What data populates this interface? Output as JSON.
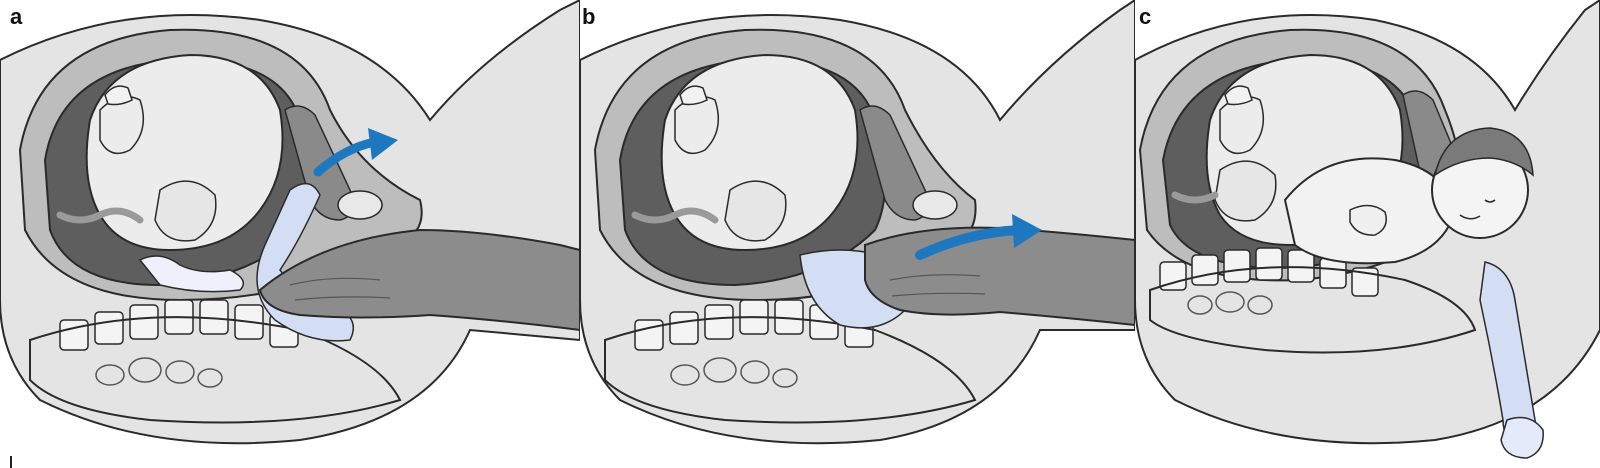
{
  "panels": [
    {
      "label": "a"
    },
    {
      "label": "b"
    },
    {
      "label": "c"
    }
  ],
  "colors": {
    "body_gray": "#d9d9d9",
    "dark_gray": "#6a6a6a",
    "mid_gray": "#a8a8a8",
    "fetus_fill": "#ececec",
    "highlight_limb": "#d3def5",
    "hand_gray": "#8c8c8c",
    "arrow_blue": "#1e78c0",
    "outline": "#2a2a2a"
  },
  "icons": [
    "rotation-arrow-icon",
    "obstetric-hand-icon"
  ]
}
